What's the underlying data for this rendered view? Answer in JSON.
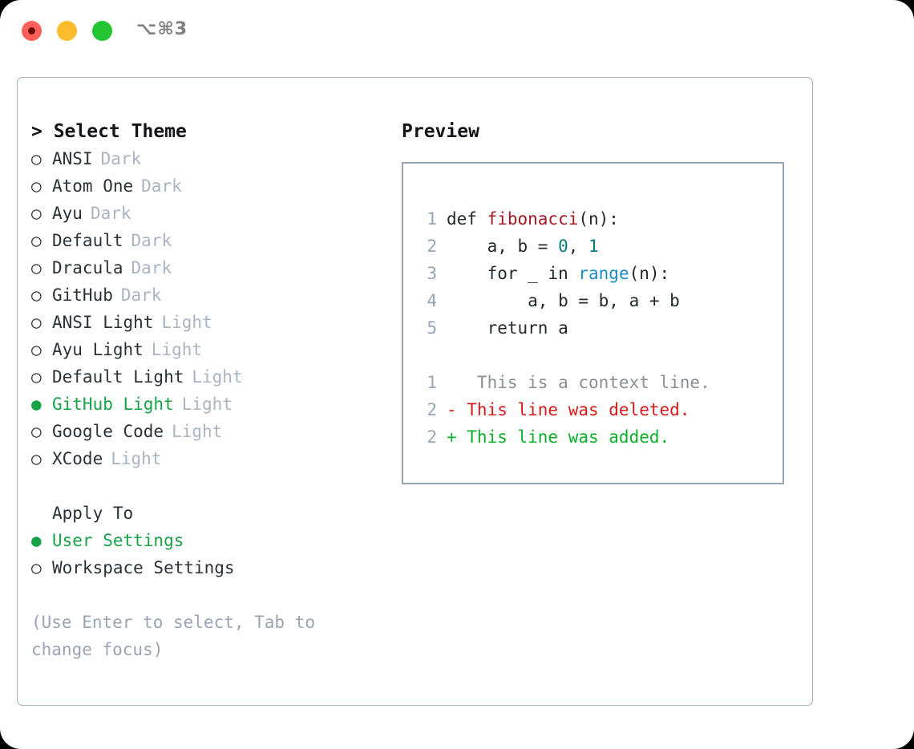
{
  "titlebar": {
    "shortcut": "⌥⌘3",
    "buttons": [
      {
        "name": "close",
        "color": "#fc6058"
      },
      {
        "name": "minimize",
        "color": "#fdbc2d"
      },
      {
        "name": "maximize",
        "color": "#24c533"
      }
    ]
  },
  "theme_section": {
    "heading": "> Select Theme",
    "options": [
      {
        "bullet": "○",
        "label": "ANSI",
        "tag": "Dark",
        "selected": false
      },
      {
        "bullet": "○",
        "label": "Atom One",
        "tag": "Dark",
        "selected": false
      },
      {
        "bullet": "○",
        "label": "Ayu",
        "tag": "Dark",
        "selected": false
      },
      {
        "bullet": "○",
        "label": "Default",
        "tag": "Dark",
        "selected": false
      },
      {
        "bullet": "○",
        "label": "Dracula",
        "tag": "Dark",
        "selected": false
      },
      {
        "bullet": "○",
        "label": "GitHub",
        "tag": "Dark",
        "selected": false
      },
      {
        "bullet": "○",
        "label": "ANSI Light",
        "tag": "Light",
        "selected": false
      },
      {
        "bullet": "○",
        "label": "Ayu Light",
        "tag": "Light",
        "selected": false
      },
      {
        "bullet": "○",
        "label": "Default Light",
        "tag": "Light",
        "selected": false
      },
      {
        "bullet": "●",
        "label": "GitHub Light",
        "tag": "Light",
        "selected": true
      },
      {
        "bullet": "○",
        "label": "Google Code",
        "tag": "Light",
        "selected": false
      },
      {
        "bullet": "○",
        "label": "XCode",
        "tag": "Light",
        "selected": false
      }
    ]
  },
  "apply_section": {
    "heading": "Apply To",
    "options": [
      {
        "bullet": "●",
        "label": "User Settings",
        "selected": true
      },
      {
        "bullet": "○",
        "label": "Workspace Settings",
        "selected": false
      }
    ]
  },
  "hint": "(Use Enter to select, Tab to change focus)",
  "preview": {
    "title": "Preview",
    "code_lines": [
      {
        "lineno": "1",
        "tokens": [
          {
            "text": "def ",
            "style": "plain"
          },
          {
            "text": "fibonacci",
            "style": "fn"
          },
          {
            "text": "(n):",
            "style": "plain"
          }
        ]
      },
      {
        "lineno": "2",
        "tokens": [
          {
            "text": "    a, b = ",
            "style": "plain"
          },
          {
            "text": "0",
            "style": "num"
          },
          {
            "text": ", ",
            "style": "plain"
          },
          {
            "text": "1",
            "style": "num"
          }
        ]
      },
      {
        "lineno": "3",
        "tokens": [
          {
            "text": "    for _ in ",
            "style": "plain"
          },
          {
            "text": "range",
            "style": "blue"
          },
          {
            "text": "(n):",
            "style": "plain"
          }
        ]
      },
      {
        "lineno": "4",
        "tokens": [
          {
            "text": "        a, b = b, a + b",
            "style": "plain"
          }
        ]
      },
      {
        "lineno": "5",
        "tokens": [
          {
            "text": "    return a",
            "style": "plain"
          }
        ]
      }
    ],
    "diff_lines": [
      {
        "lineno": "1",
        "marker": " ",
        "text": "  This is a context line.",
        "kind": "context"
      },
      {
        "lineno": "2",
        "marker": "-",
        "text": " This line was deleted.",
        "kind": "deleted"
      },
      {
        "lineno": "2",
        "marker": "+",
        "text": " This line was added.",
        "kind": "added"
      }
    ]
  },
  "colors": {
    "accent_green": "#18a349",
    "diff_add": "#0ab029",
    "diff_del": "#d51b1b",
    "muted": "#9aa5b4",
    "tag": "#aab4c2",
    "border": "#9aa5b4"
  }
}
